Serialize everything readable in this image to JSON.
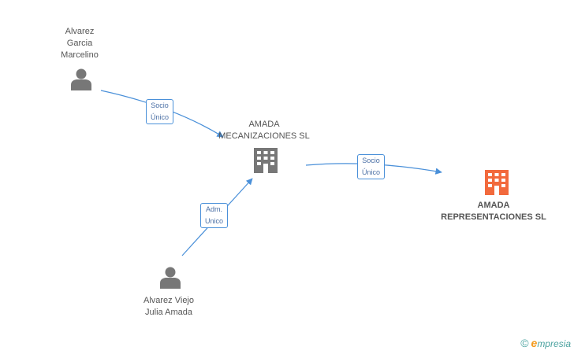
{
  "nodes": {
    "person1": {
      "lines": [
        "Alvarez",
        "Garcia",
        "Marcelino"
      ]
    },
    "person2": {
      "lines": [
        "Alvarez Viejo",
        "Julia Amada"
      ]
    },
    "company1": {
      "lines": [
        "AMADA",
        "MECANIZACIONES SL"
      ]
    },
    "company2": {
      "lines": [
        "AMADA",
        "REPRESENTACIONES SL"
      ]
    }
  },
  "edges": {
    "e1": {
      "lines": [
        "Socio",
        "Único"
      ]
    },
    "e2": {
      "lines": [
        "Adm.",
        "Unico"
      ]
    },
    "e3": {
      "lines": [
        "Socio",
        "Único"
      ]
    }
  },
  "colors": {
    "edge": "#4a90d9",
    "person_icon": "#777777",
    "company_icon": "#777777",
    "main_company_icon": "#f26a3d"
  },
  "watermark": {
    "copyright": "©",
    "brand_initial": "e",
    "brand_rest": "mpresia"
  }
}
